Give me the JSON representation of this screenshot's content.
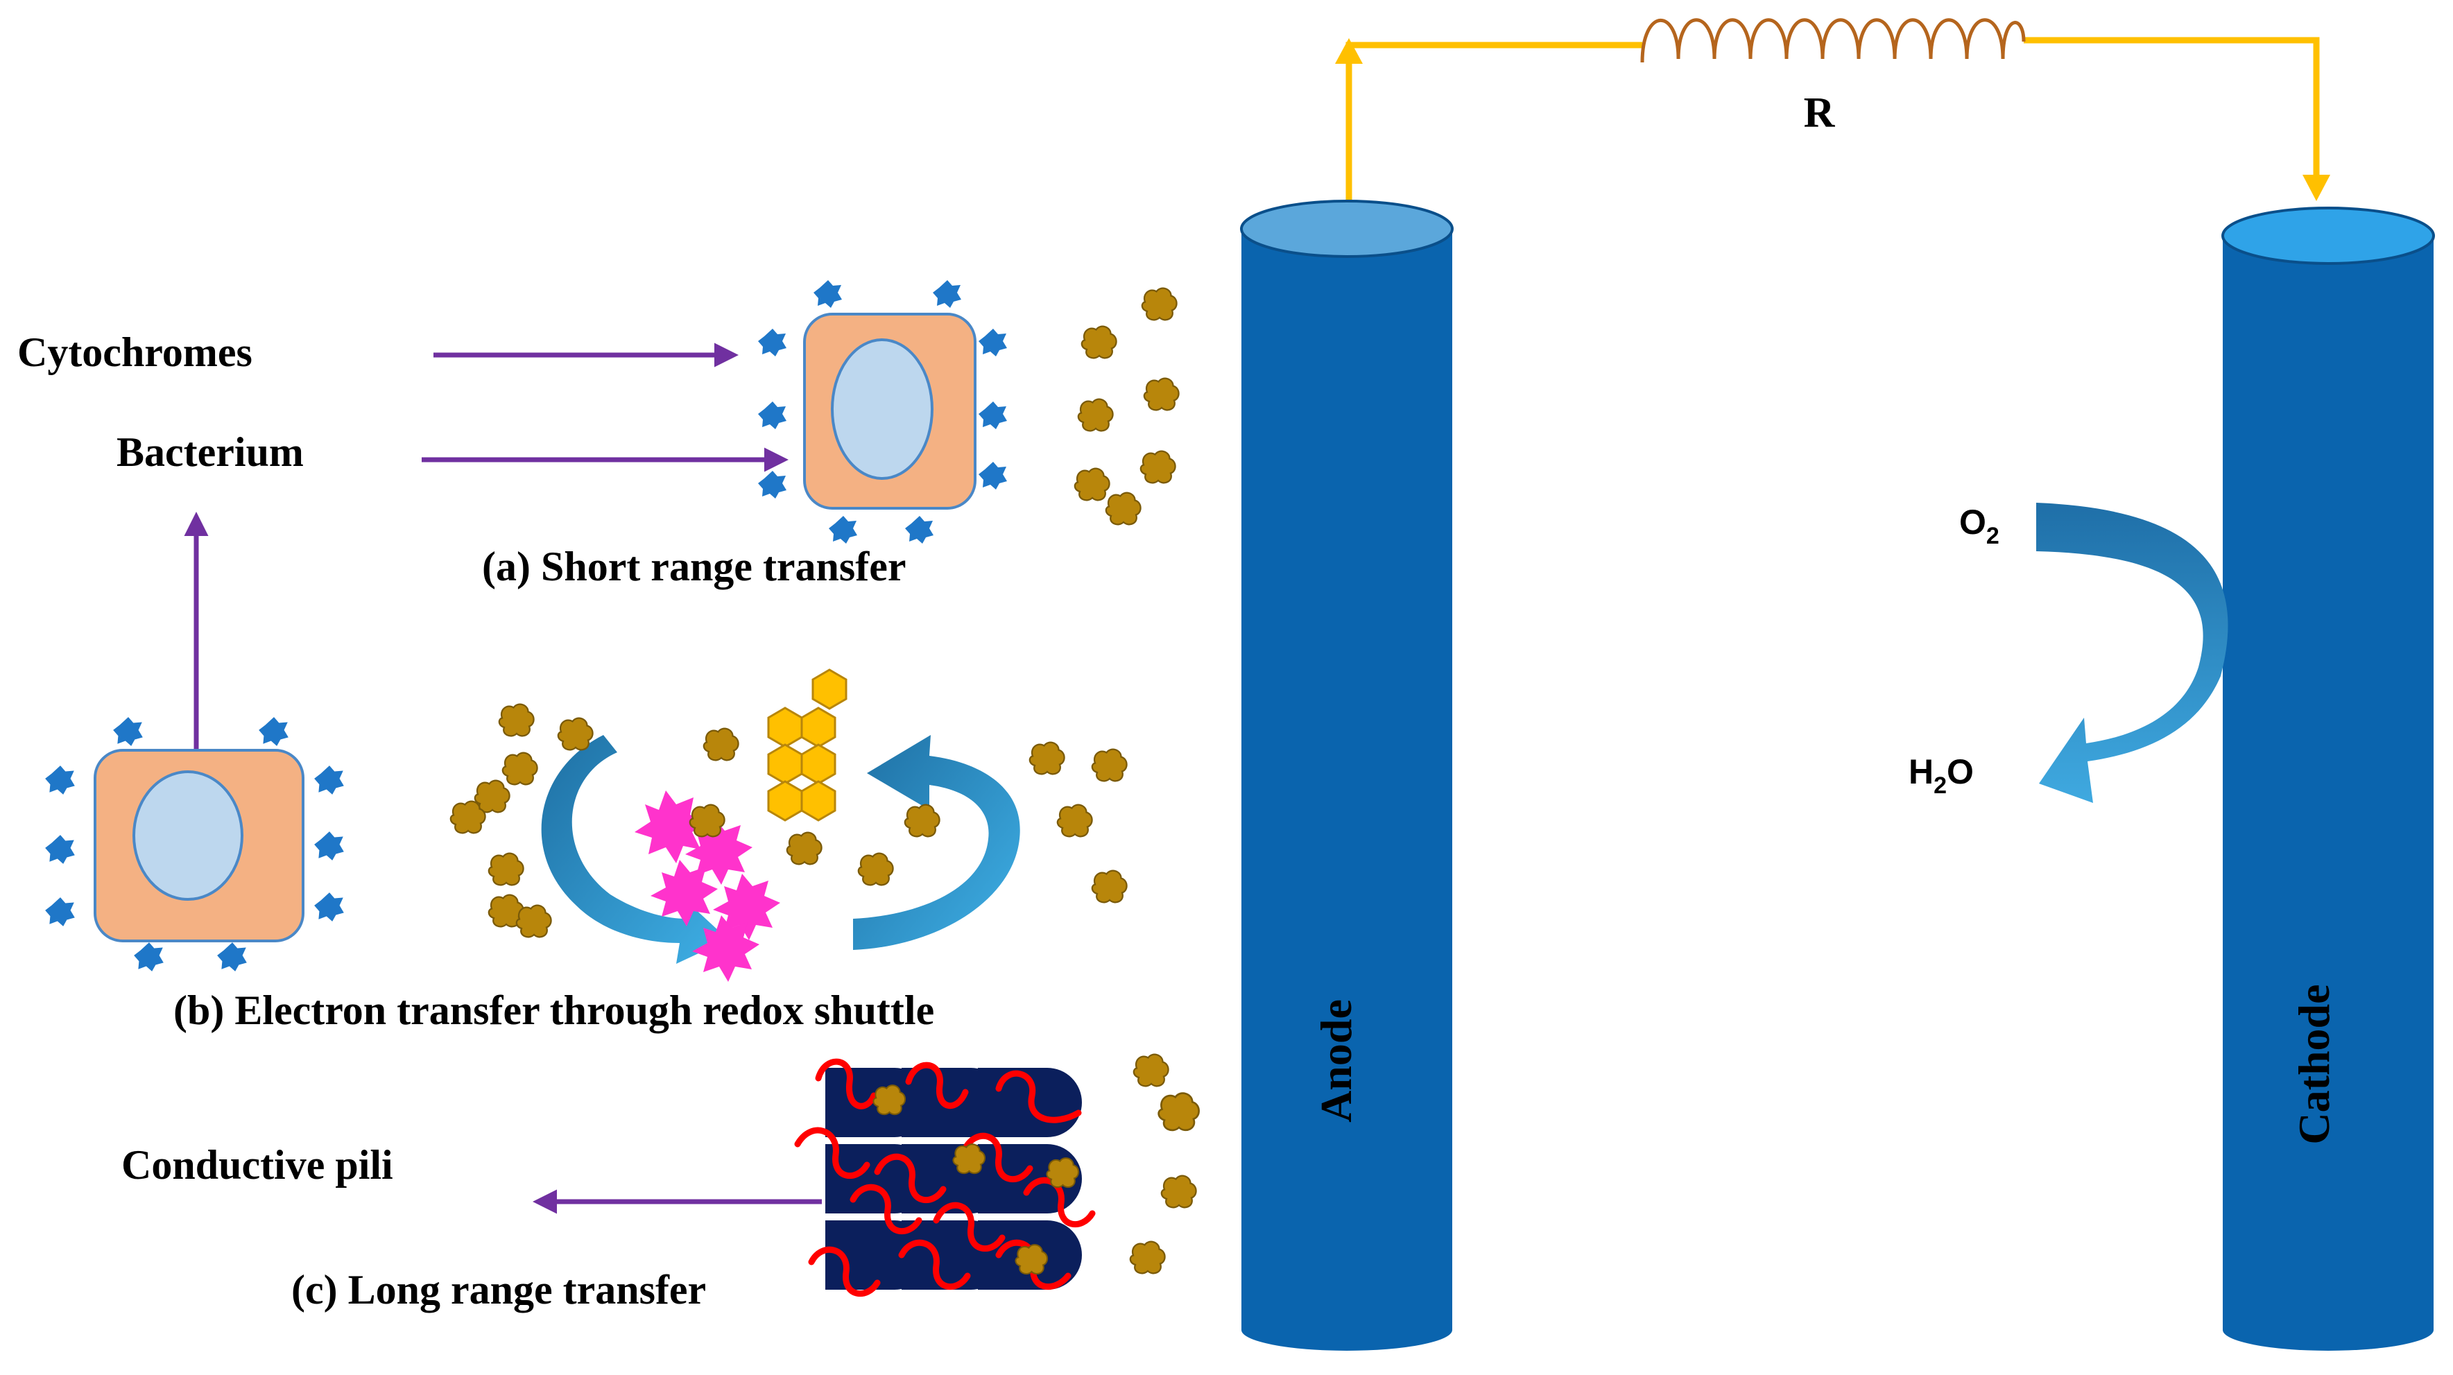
{
  "labels": {
    "resistor": "R",
    "cytochromes": "Cytochromes",
    "bacterium": "Bacterium",
    "short_range": "(a) Short range transfer",
    "redox_shuttle": "(b) Electron transfer through redox shuttle",
    "conductive_pili": "Conductive pili",
    "long_range": "(c) Long range transfer",
    "anode": "Anode",
    "cathode": "Cathode"
  },
  "chem": {
    "oxygen": {
      "base": "O",
      "sub": "2"
    },
    "water": {
      "base": "H",
      "sub": "2",
      "tail": "O"
    }
  },
  "colors": {
    "electrode": "#0A64AE",
    "electrode_top": "#5BA7DB",
    "wire": "#FFC000",
    "resistor": "#B5651D",
    "pointer_arrow": "#7030A0",
    "cell_body": "#F4B183",
    "nucleus": "#BDD7EE",
    "cytochrome": "#1F77C8",
    "mediator": "#B8860B",
    "hexagon": "#FFC000",
    "shuttle_arrow": "#2E9BD6",
    "pink_star": "#FF33CC",
    "pili": "#FF0000",
    "biofilm_block": "#0B1F5C"
  }
}
